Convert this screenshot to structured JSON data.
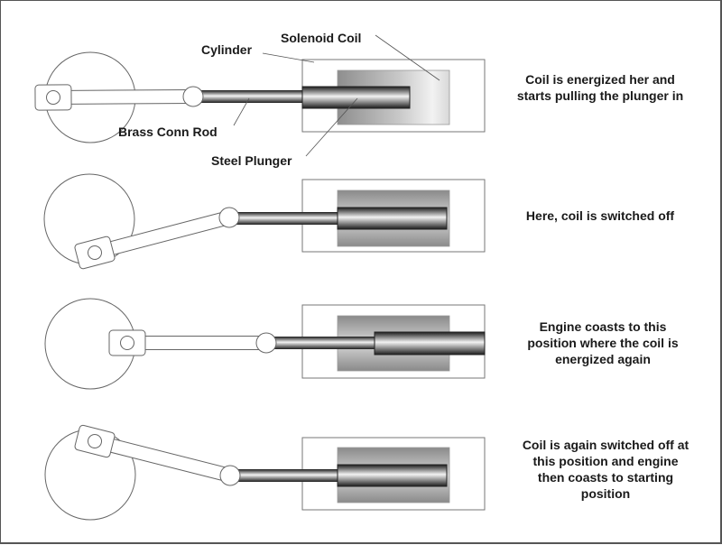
{
  "labels": {
    "cylinder": "Cylinder",
    "solenoid_coil": "Solenoid Coil",
    "brass_conn_rod": "Brass Conn Rod",
    "steel_plunger": "Steel Plunger"
  },
  "stages": [
    {
      "name": "stage-1",
      "caption": [
        "Coil is energized her and",
        "starts pulling the plunger in"
      ],
      "coil_state": "energized"
    },
    {
      "name": "stage-2",
      "caption": [
        "Here, coil is switched off"
      ],
      "coil_state": "off"
    },
    {
      "name": "stage-3",
      "caption": [
        "Engine coasts to this",
        "position where the coil is",
        "energized again"
      ],
      "coil_state": "energized"
    },
    {
      "name": "stage-4",
      "caption": [
        "Coil is again switched off at",
        "this position and engine",
        "then coasts to starting",
        "position"
      ],
      "coil_state": "off"
    }
  ],
  "colors": {
    "outline": "#666666",
    "text": "#1a1a1a",
    "coil_dark": "#8c8c8c",
    "coil_light": "#ececec",
    "plunger_dark": "#1e1e1e",
    "plunger_light": "#f0f0f0"
  }
}
